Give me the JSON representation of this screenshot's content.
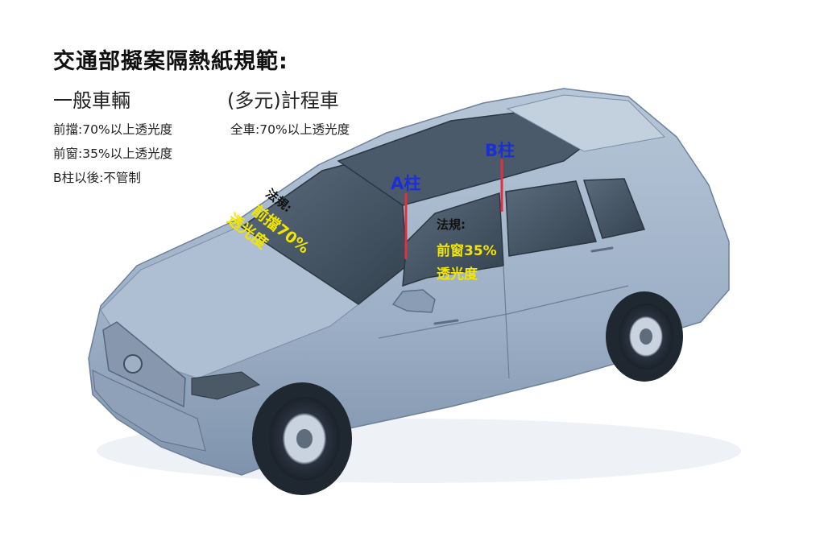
{
  "title": "交通部擬案隔熱紙規範:",
  "columns": [
    {
      "heading": "一般車輛",
      "rules": [
        "前擋:70%以上透光度",
        "前窗:35%以上透光度",
        "B柱以後:不管制"
      ]
    },
    {
      "heading": "(多元)計程車",
      "rules": [
        "全車:70%以上透光度"
      ]
    }
  ],
  "annotations": {
    "a_pillar": "A柱",
    "b_pillar": "B柱",
    "windshield": {
      "prefix": "法規:",
      "line1": "前擋70%",
      "line2": "透光度"
    },
    "front_window": {
      "prefix": "法規:",
      "line1": "前窗35%",
      "line2": "透光度"
    }
  },
  "colors": {
    "car_body": "#9fb1c8",
    "glass": "#3d4d5e",
    "pillar_marker": "#e0313f",
    "label_blue": "#1b2fd6",
    "legal_yellow": "#f2e600"
  }
}
